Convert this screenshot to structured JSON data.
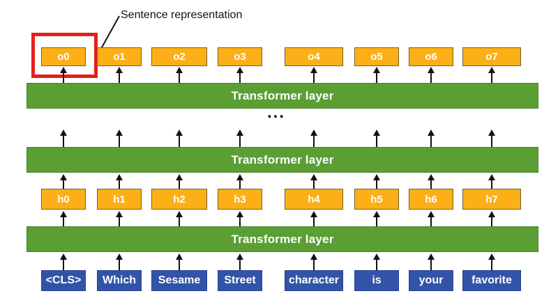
{
  "annotation": {
    "label": "Sentence representation"
  },
  "highlight": {
    "highlighted_box": "o0"
  },
  "transformer_bars": [
    {
      "label": "Transformer layer"
    },
    {
      "label": "Transformer layer"
    },
    {
      "label": "Transformer layer"
    }
  ],
  "ellipsis": "...",
  "rows": {
    "outputs": [
      "o0",
      "o1",
      "o2",
      "o3",
      "o4",
      "o5",
      "o6",
      "o7"
    ],
    "hidden": [
      "h0",
      "h1",
      "h2",
      "h3",
      "h4",
      "h5",
      "h6",
      "h7"
    ],
    "tokens": [
      "<CLS>",
      "Which",
      "Sesame",
      "Street",
      "character",
      "is",
      "your",
      "favorite"
    ]
  },
  "colors": {
    "green": "#5A9E34",
    "green_border": "#4A862A",
    "orange": "#FCAF17",
    "orange_border": "#6F6230",
    "blue": "#3254A8",
    "blue_border": "#27418F",
    "red": "#E5201A",
    "ink": "#111111"
  }
}
